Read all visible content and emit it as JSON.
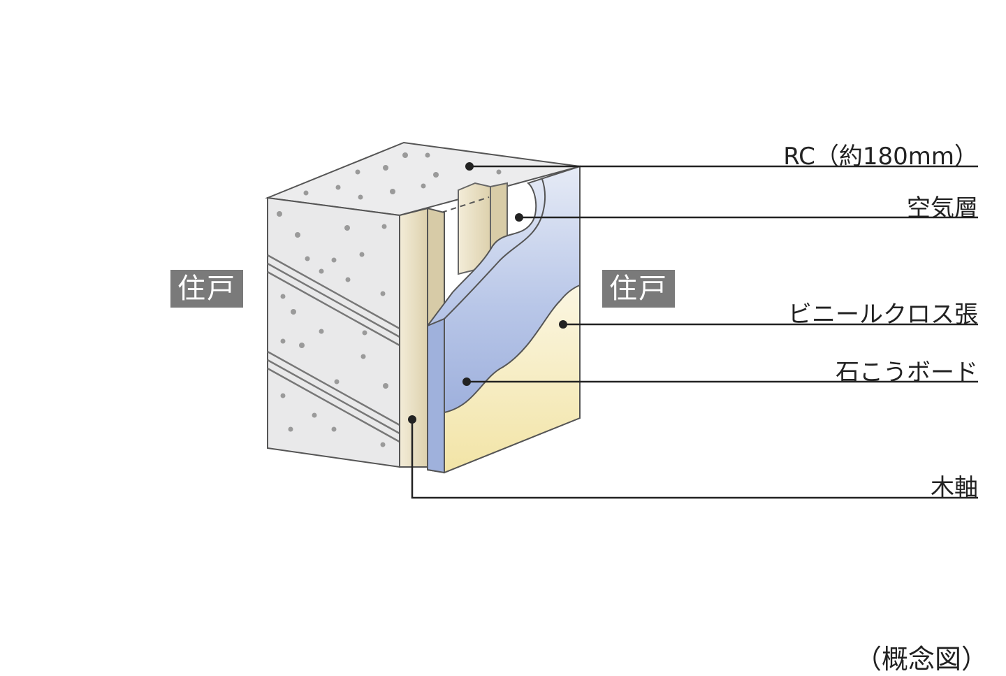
{
  "title": "Wall structure diagram",
  "rooms": {
    "left": "住戸",
    "right": "住戸"
  },
  "layers": [
    {
      "id": "rc",
      "label": "RC（約180mm）"
    },
    {
      "id": "air",
      "label": "空気層"
    },
    {
      "id": "vinyl",
      "label": "ビニールクロス張"
    },
    {
      "id": "gypsum",
      "label": "石こうボード"
    },
    {
      "id": "wood",
      "label": "木軸"
    }
  ],
  "note": "（概念図）",
  "colors": {
    "concrete": "#e9e9ea",
    "concrete_top": "#ececed",
    "concrete_dots": "#9a9a9a",
    "wood": "#e9e0c6",
    "wood_shade": "#d7cba7",
    "gypsum_blue": "#9fb1dc",
    "gypsum_light": "#dfe5f4",
    "vinyl_yellow": "#f6edc6",
    "outline": "#555555",
    "leader": "#222222",
    "tag_bg": "#7a7a7a"
  }
}
